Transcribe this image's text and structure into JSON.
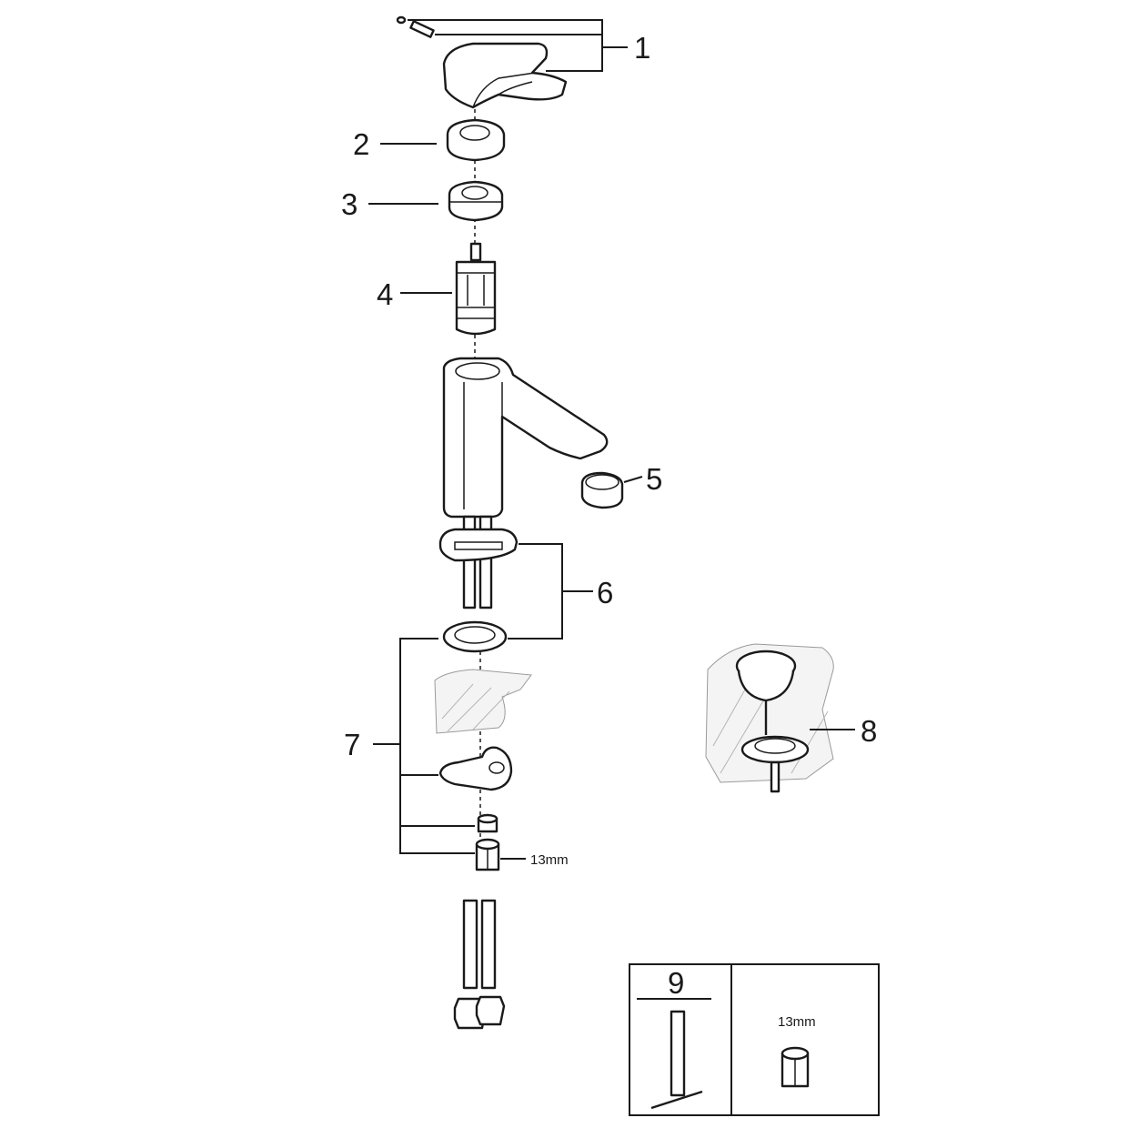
{
  "callouts": {
    "c1": "1",
    "c2": "2",
    "c3": "3",
    "c4": "4",
    "c5": "5",
    "c6": "6",
    "c7": "7",
    "c8": "8",
    "c9": "9"
  },
  "wrench_size_labels": {
    "nut_label": "13mm",
    "tool_box_label": "13mm"
  }
}
